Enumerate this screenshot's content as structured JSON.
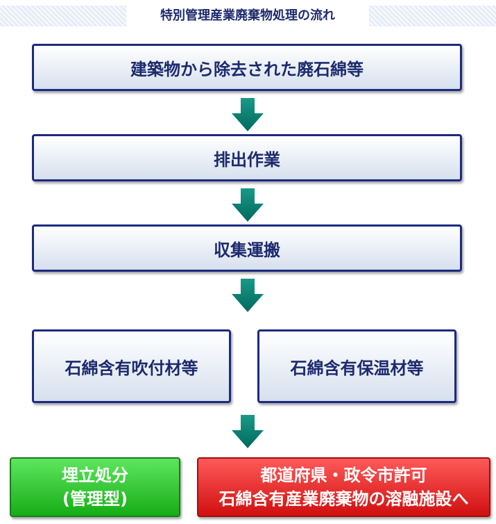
{
  "title": "特別管理産業廃棄物処理の流れ",
  "steps": {
    "source": "建築物から除去された廃石綿等",
    "discharge": "排出作業",
    "collection": "収集運搬",
    "material_spray": "石綿含有吹付材等",
    "material_insulation": "石綿含有保温材等"
  },
  "outcomes": {
    "landfill_line1": "埋立処分",
    "landfill_line2": "(管理型)",
    "melting_line1": "都道府県・政令市許可",
    "melting_line2": "石綿含有産業廃棄物の溶融施設へ"
  },
  "colors": {
    "box_border": "#1c2a82",
    "arrow": "#007a6c",
    "landfill": "#2cc02c",
    "melting": "#e42020"
  }
}
